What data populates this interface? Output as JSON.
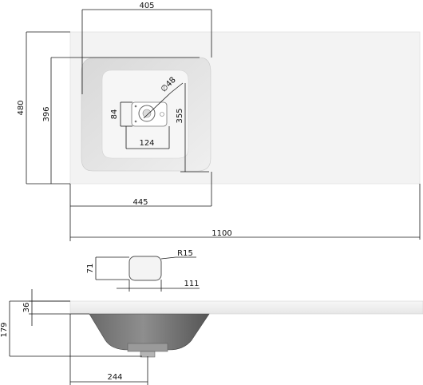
{
  "dimensions": {
    "basin_width": "405",
    "total_depth": "480",
    "basin_depth": "396",
    "drain_diameter": "∅48",
    "inner_depth": "355",
    "drain_offset_y": "84",
    "drain_offset_x": "124",
    "basin_right": "445",
    "total_width": "1100",
    "detail_height": "71",
    "corner_radius": "R15",
    "detail_width": "111",
    "top_thickness": "36",
    "total_height": "179",
    "drain_from_left": "244"
  }
}
